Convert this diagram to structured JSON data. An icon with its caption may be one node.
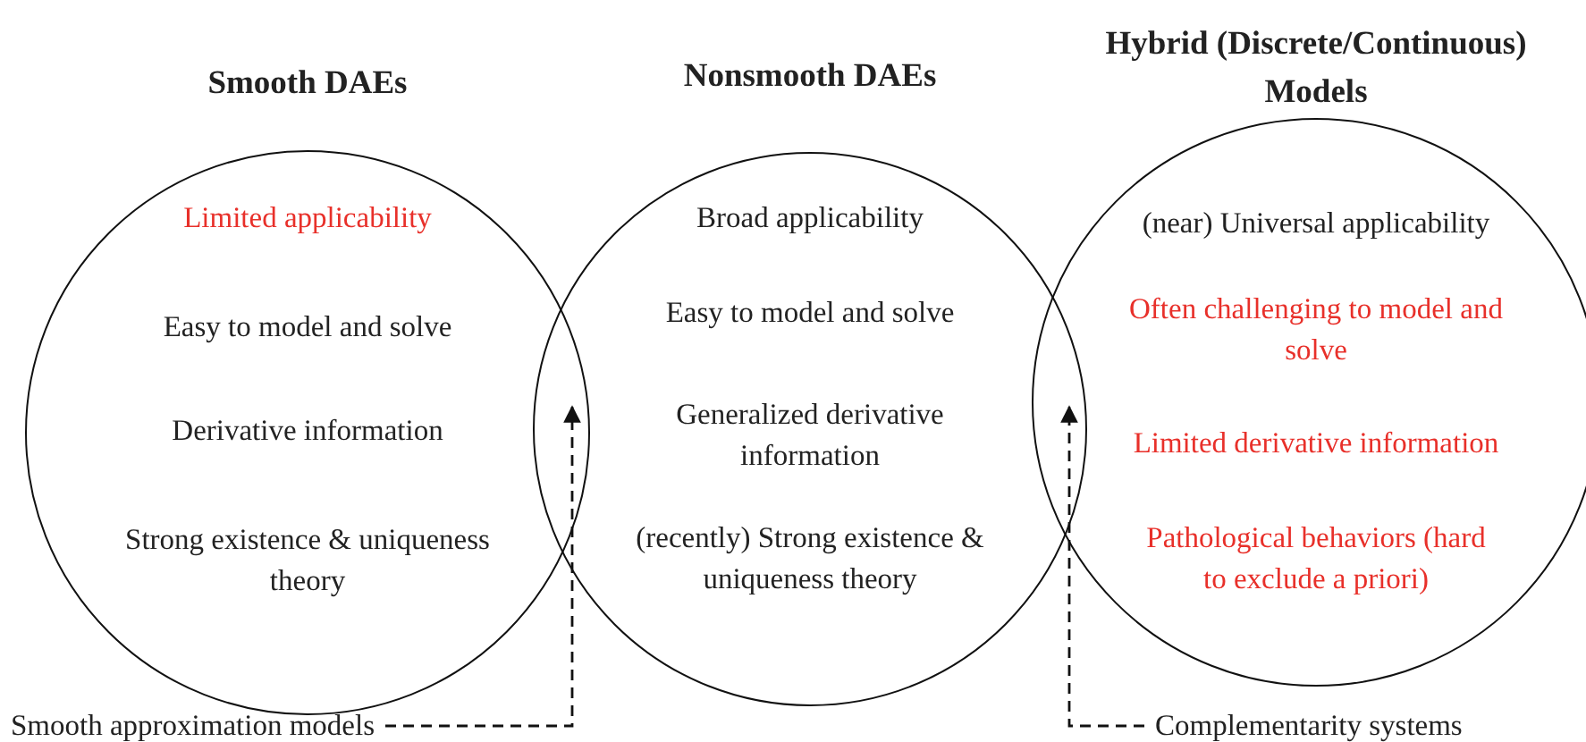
{
  "diagram": {
    "nodes": [
      {
        "text": [
          "Smooth DAEs",
          "Limited applicability",
          "Easy to model and solve",
          "Derivative information",
          "Strong existence & uniqueness theory"
        ]
      },
      {
        "text": [
          "Nonsmooth DAEs",
          "Broad applicability",
          "Easy to model and solve",
          "Generalized derivative information",
          "(recently) Strong existence & uniqueness theory"
        ]
      },
      {
        "text": [
          "Hybrid (Discrete/Continuous) Models",
          "(near) Universal applicability",
          "Often challenging to model and solve",
          "Limited derivative information",
          "Pathological behaviors (hard to exclude a priori)"
        ]
      },
      {
        "text": [
          "Smooth approximation models"
        ]
      },
      {
        "text": [
          "Complementarity systems"
        ]
      }
    ],
    "edges": [
      {
        "from": 3,
        "to": 1,
        "arrow": "to",
        "style": "dashed"
      },
      {
        "from": 4,
        "to": 1,
        "arrow": "to",
        "style": "dashed"
      }
    ]
  }
}
